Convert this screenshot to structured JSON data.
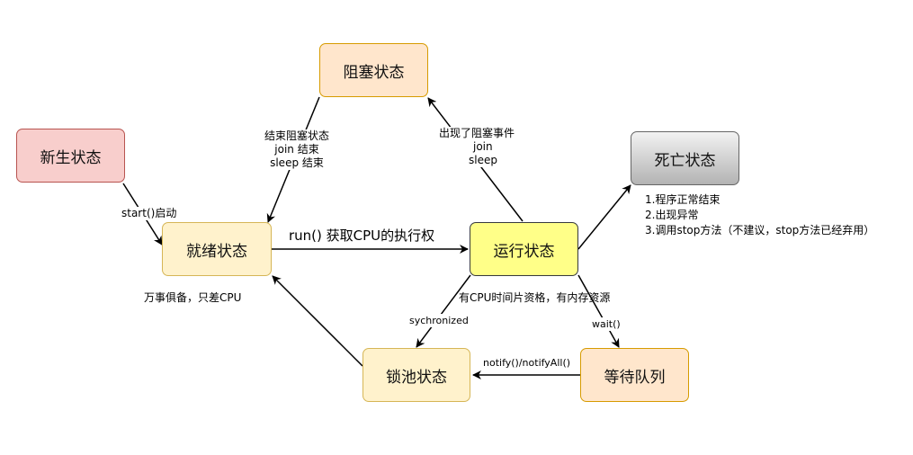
{
  "nodes": {
    "new": "新生状态",
    "blocked": "阻塞状态",
    "ready": "就绪状态",
    "running": "运行状态",
    "dead": "死亡状态",
    "lock_pool": "锁池状态",
    "wait_queue": "等待队列"
  },
  "edges": {
    "new_to_ready": "start()启动",
    "blocked_to_ready": [
      "结束阻塞状态",
      "join 结束",
      "sleep 结束"
    ],
    "running_to_blocked": [
      "出现了阻塞事件",
      "join",
      "sleep"
    ],
    "ready_to_running": "run() 获取CPU的执行权",
    "running_to_lock_pool": "sychronized",
    "running_to_wait_queue": "wait()",
    "wait_queue_to_lock_pool": "notify()/notifyAll()"
  },
  "notes": {
    "ready_note": "万事俱备，只差CPU",
    "running_note": "有CPU时间片资格，有内存资源",
    "dead_reasons": [
      "1.程序正常结束",
      "2.出现异常",
      "3.调用stop方法（不建议，stop方法已经弃用）"
    ]
  },
  "colors": {
    "new_fill": "#f8cecc",
    "new_stroke": "#b85450",
    "orange_fill": "#ffe6cc",
    "orange_stroke": "#d79b00",
    "ready_fill": "#fff2cc",
    "ready_stroke": "#d6b656",
    "running_fill": "#ffff88",
    "running_stroke": "#36393d",
    "dead_fill": "#d5d5d5",
    "dead_stroke": "#666666"
  }
}
